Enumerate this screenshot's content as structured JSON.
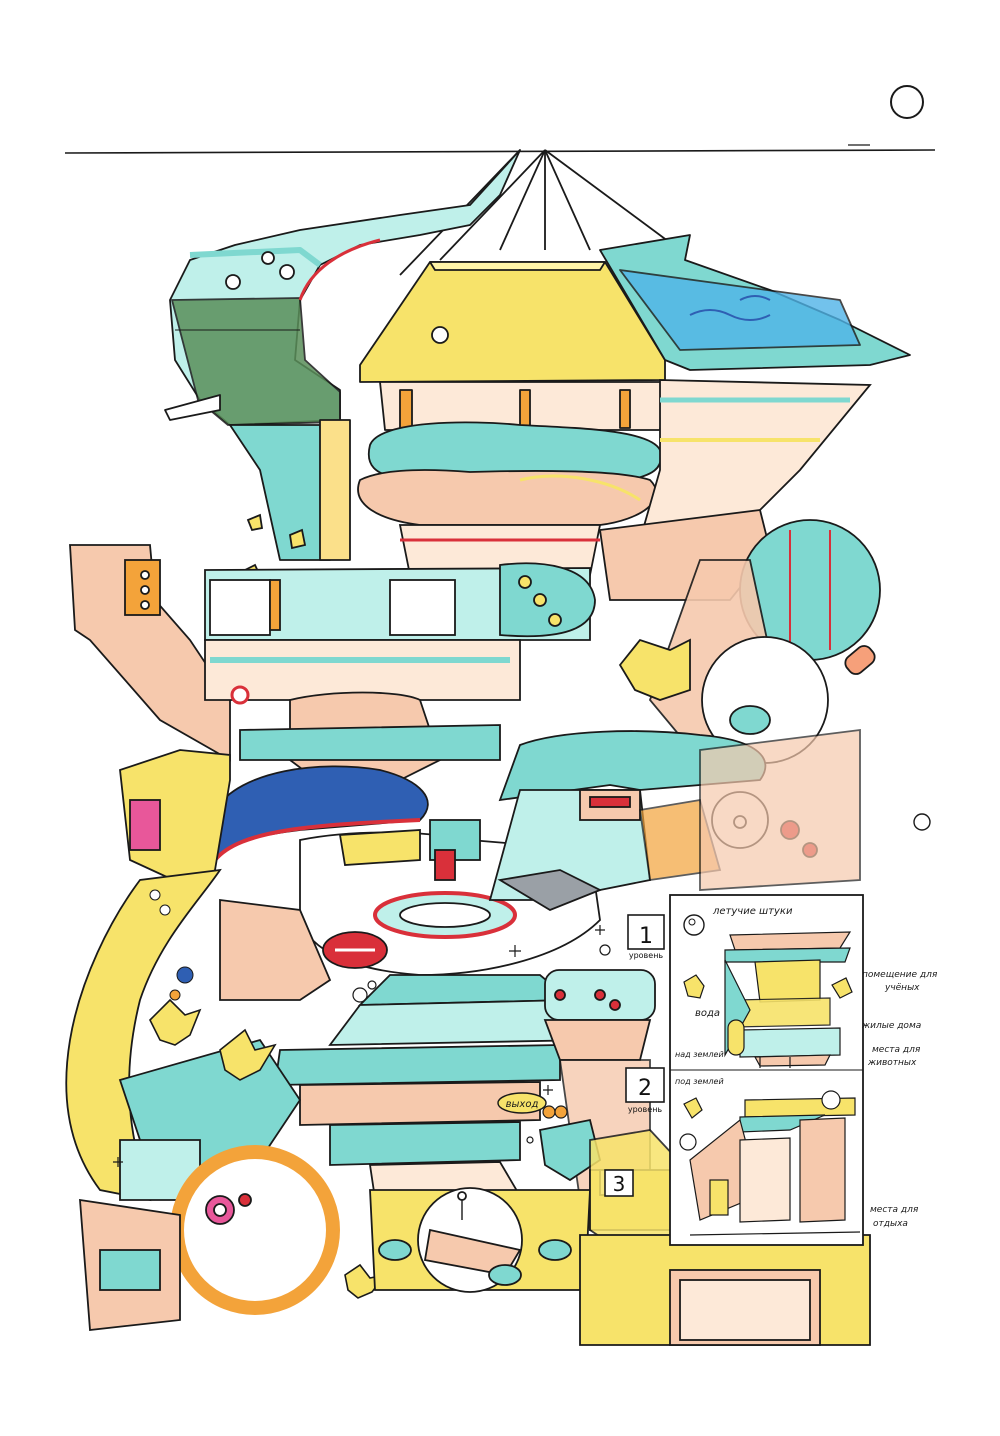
{
  "levels": {
    "one": {
      "number": "1",
      "label": "уровень"
    },
    "two": {
      "number": "2",
      "label": "уровень"
    },
    "three": {
      "number": "3"
    }
  },
  "legend": {
    "title": "летучие штуки",
    "voda": "вода",
    "nad_zemlei": "над землей",
    "pod_zemlei": "под землей",
    "pomeshchenie_1": "помещение для",
    "pomeshchenie_2": "учёных",
    "zhilye_doma": "жилые дома",
    "mesta_zhivotnyh_1": "места для",
    "mesta_zhivotnyh_2": "животных",
    "mesta_otdyha_1": "места для",
    "mesta_otdyha_2": "отдыха"
  },
  "signs": {
    "vyhod": "выход"
  },
  "colors": {
    "cyan": "#7fd8d0",
    "cyan_light": "#bff0ea",
    "peach": "#f6c9ad",
    "yellow": "#f7e36a",
    "orange": "#f3a33a",
    "red": "#d9303a",
    "blue": "#2f5fb3",
    "green": "#5a8f5a",
    "pink": "#e8579a",
    "ink": "#1a1a1a"
  }
}
